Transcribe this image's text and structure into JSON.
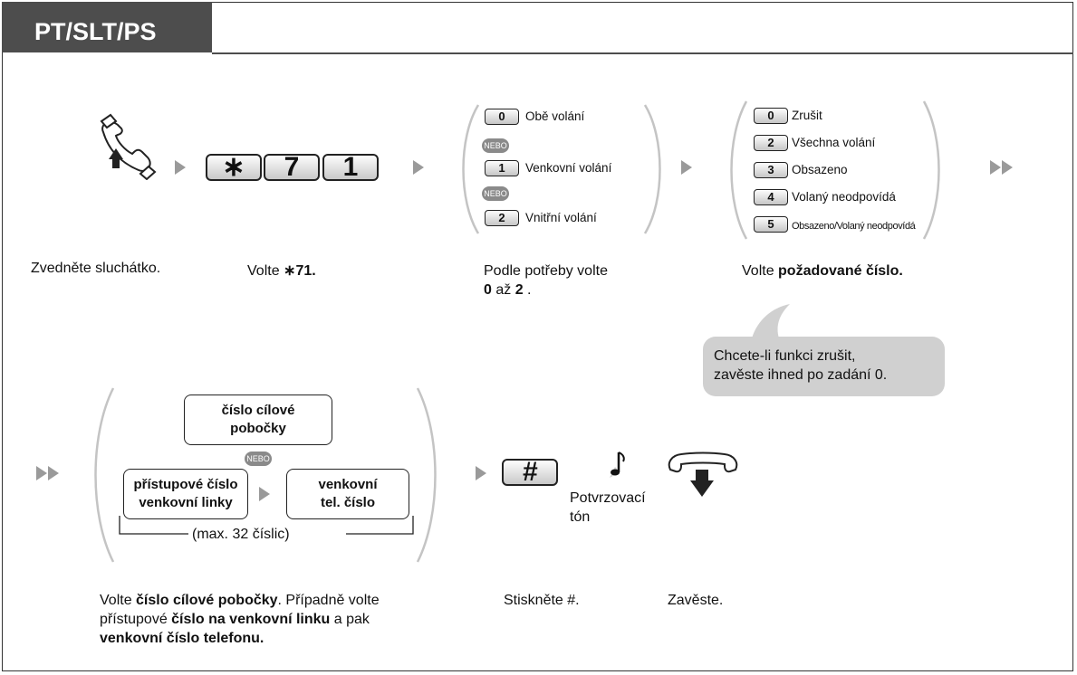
{
  "header": {
    "title": "PT/SLT/PS"
  },
  "step1": {
    "caption": "Zvedněte sluchátko."
  },
  "step2": {
    "keys": [
      "∗",
      "7",
      "1"
    ],
    "caption_prefix": "Volte ",
    "caption_bold": "∗71."
  },
  "step3": {
    "options": [
      {
        "key": "0",
        "label": "Obě volání"
      },
      {
        "key": "1",
        "label": "Venkovní volání"
      },
      {
        "key": "2",
        "label": "Vnitřní volání"
      }
    ],
    "nebo": "NEBO",
    "caption_line1": "Podle potřeby volte",
    "caption_bold1": "0",
    "caption_mid": " až ",
    "caption_bold2": "2",
    "caption_end": " ."
  },
  "step4": {
    "options": [
      {
        "key": "0",
        "label": "Zrušit"
      },
      {
        "key": "2",
        "label": "Všechna volání"
      },
      {
        "key": "3",
        "label": "Obsazeno"
      },
      {
        "key": "4",
        "label": "Volaný neodpovídá"
      },
      {
        "key": "5",
        "label": "Obsazeno/Volaný neodpovídá"
      }
    ],
    "caption_prefix": "Volte ",
    "caption_bold": "požadované číslo."
  },
  "note": {
    "line1": "Chcete-li funkci zrušit,",
    "line2": "zavěste ihned po zadání 0."
  },
  "step5": {
    "box_top_line1": "číslo cílové",
    "box_top_line2": "pobočky",
    "nebo": "NEBO",
    "box_left_line1": "přístupové číslo",
    "box_left_line2": "venkovní linky",
    "box_right_line1": "venkovní",
    "box_right_line2": "tel. číslo",
    "max_note": "(max. 32 číslic)",
    "caption_p1": "Volte ",
    "caption_b1": "číslo cílové pobočky",
    "caption_p2": ". Případně volte",
    "caption_p3": "přístupové ",
    "caption_b2": "číslo na venkovní linku",
    "caption_p4": " a pak",
    "caption_b3": "venkovní číslo telefonu."
  },
  "step6": {
    "key": "#",
    "caption": "Stiskněte #."
  },
  "tone": {
    "line1": "Potvrzovací",
    "line2": "tón"
  },
  "step7": {
    "caption": "Zavěste."
  }
}
